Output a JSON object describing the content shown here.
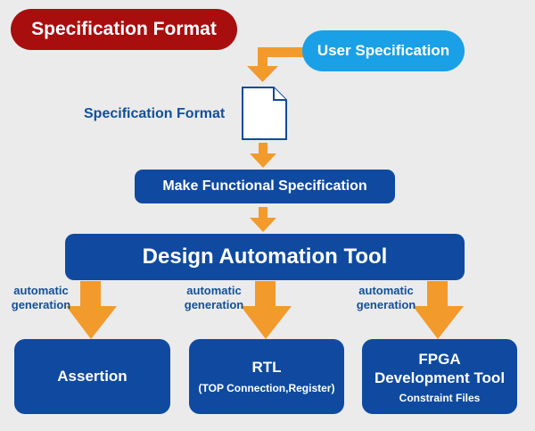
{
  "title": "Specification Format",
  "user_spec": "User Specification",
  "spec_format_label": "Specification Format",
  "make_functional_spec": "Make Functional Specification",
  "design_tool": "Design Automation Tool",
  "auto_gen": {
    "line1": "automatic",
    "line2": "generation"
  },
  "outputs": {
    "assertion": "Assertion",
    "rtl_title": "RTL",
    "rtl_sub": "(TOP Connection,Register)",
    "fpga_line1": "FPGA",
    "fpga_line2": "Development Tool",
    "fpga_sub": "Constraint Files"
  },
  "colors": {
    "background": "#ebebeb",
    "title_badge": "#a80e0e",
    "user_spec": "#1aa0e6",
    "navy": "#0f4aa0",
    "arrow": "#f39a2c",
    "label_text": "#12509a"
  }
}
